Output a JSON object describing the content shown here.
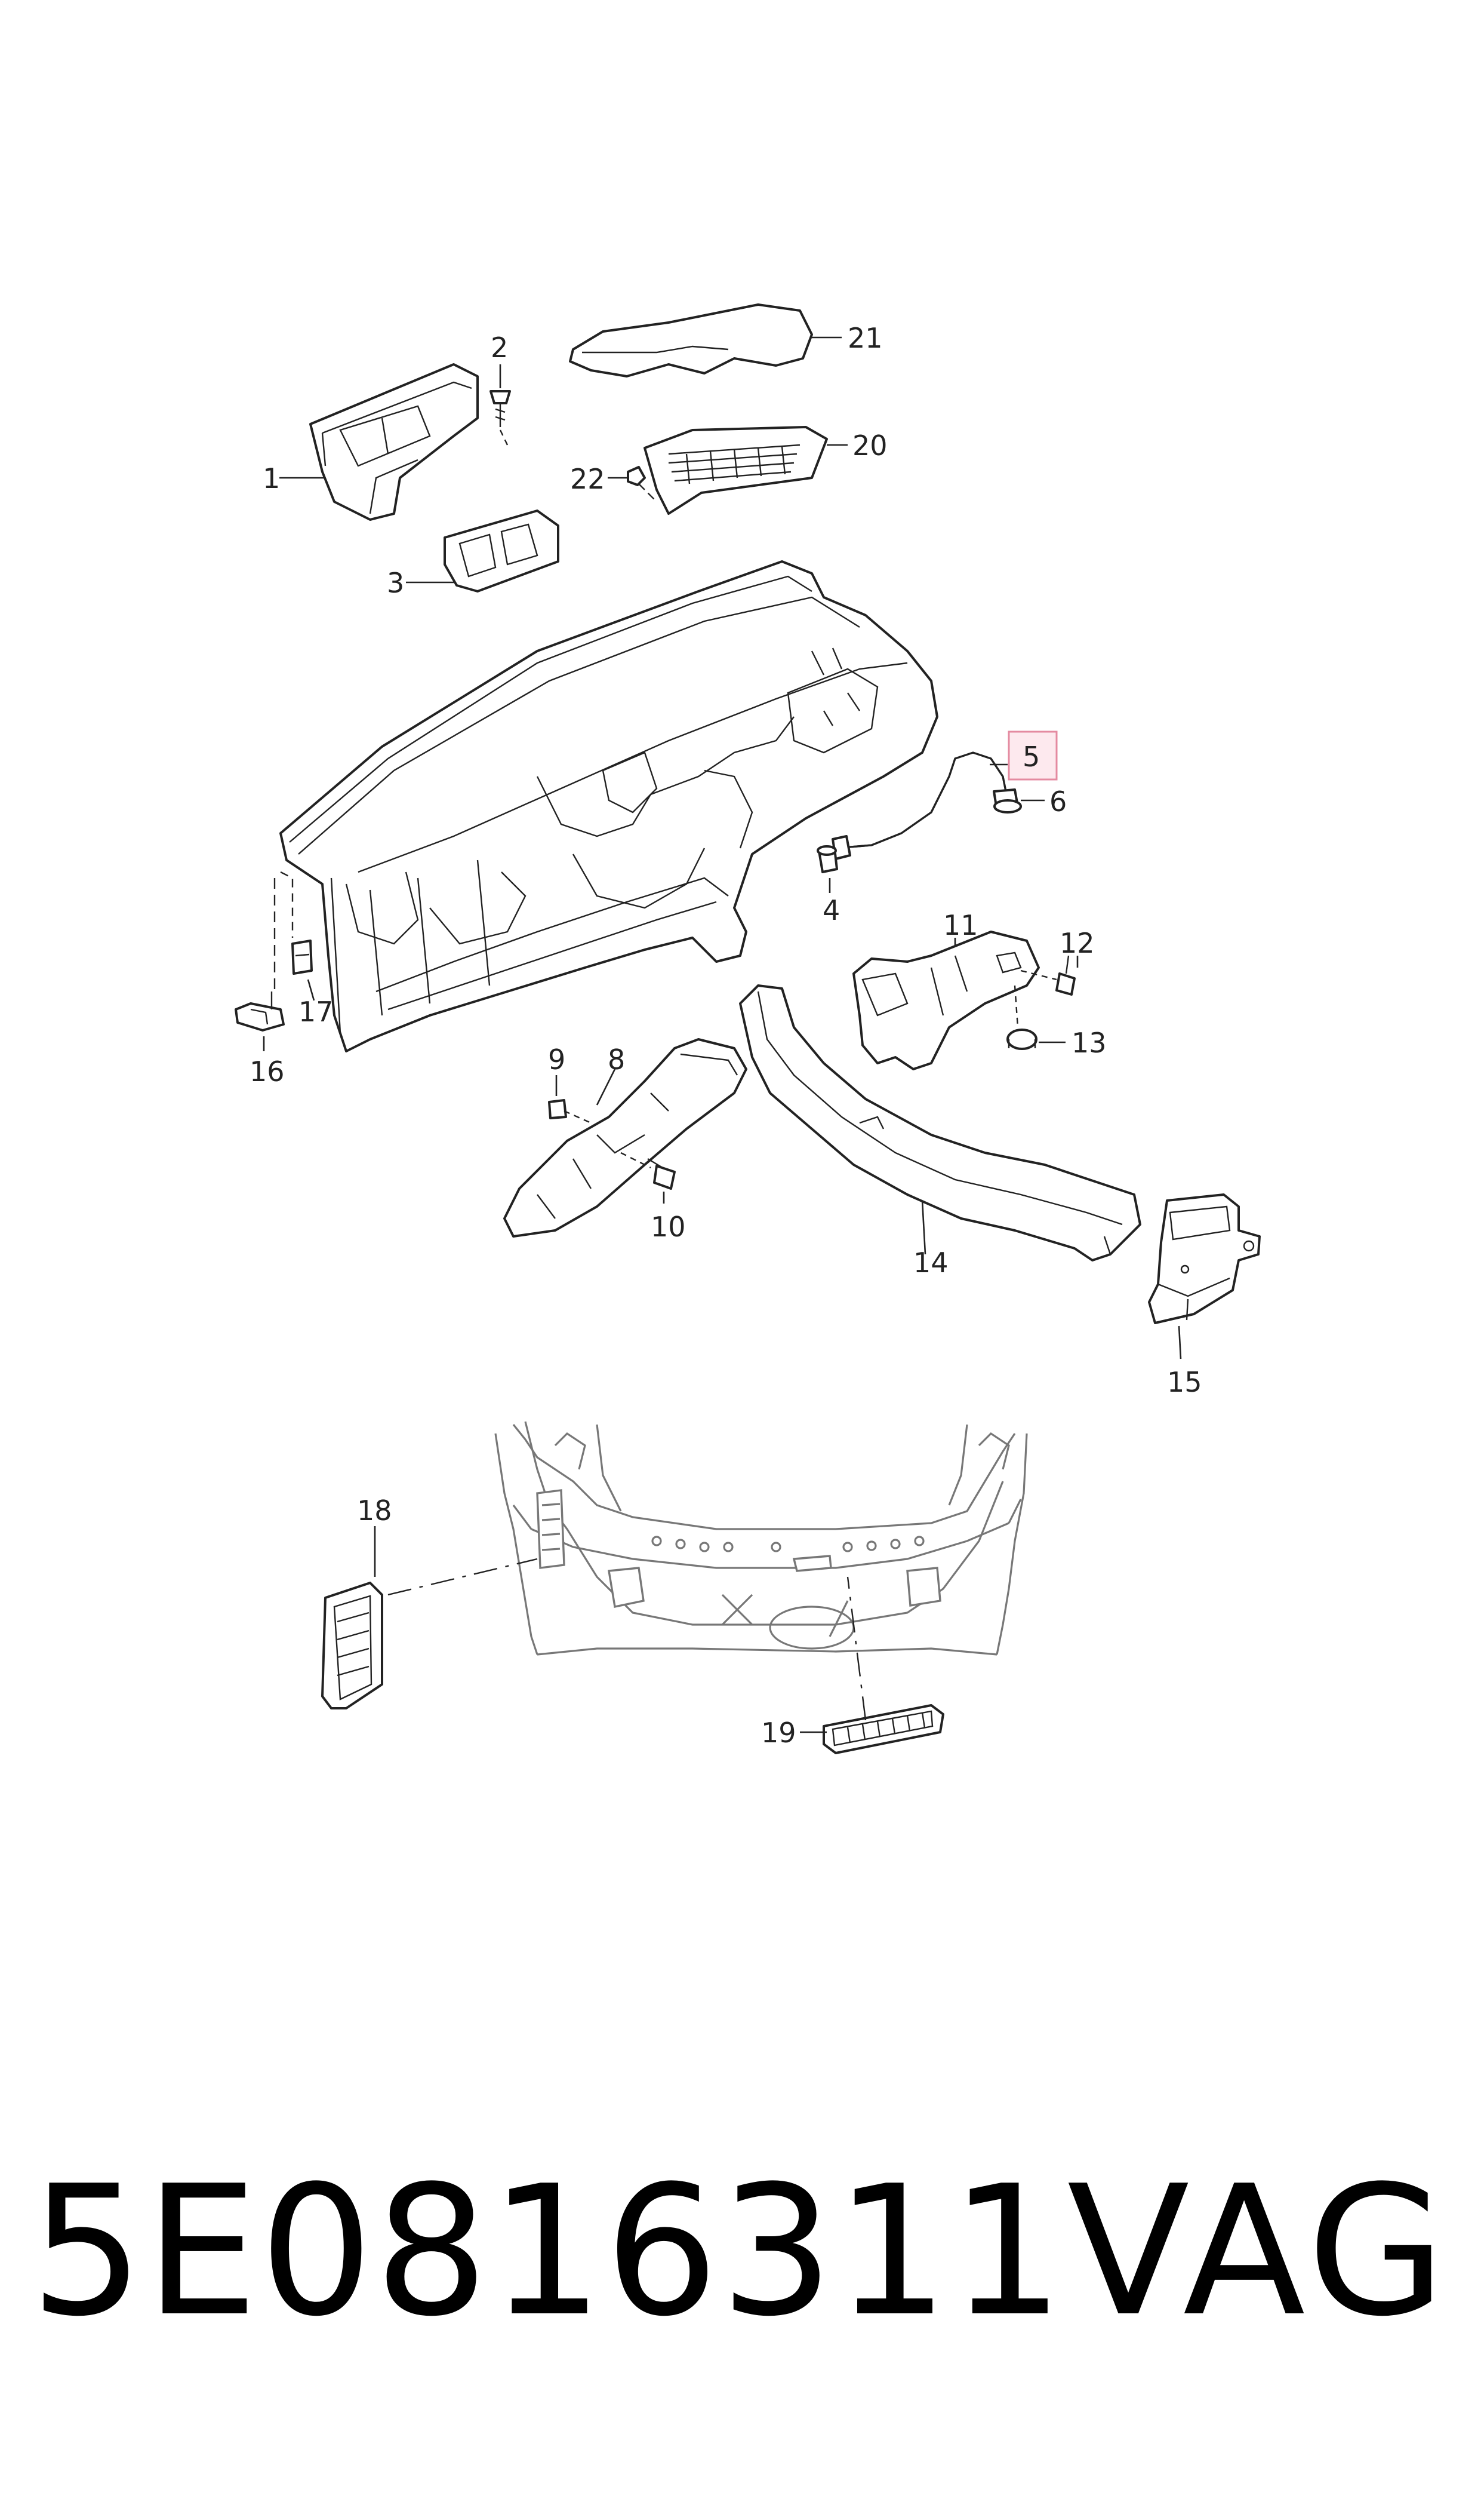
{
  "caption": {
    "part_number": "5E0816311",
    "brand": "VAG"
  },
  "callouts": {
    "c1": "1",
    "c2": "2",
    "c3": "3",
    "c4": "4",
    "c5": "5",
    "c6": "6",
    "c8": "8",
    "c9": "9",
    "c10": "10",
    "c11": "11",
    "c12": "12",
    "c13": "13",
    "c14": "14",
    "c15": "15",
    "c16": "16",
    "c17": "17",
    "c18": "18",
    "c19": "19",
    "c20": "20",
    "c21": "21",
    "c22": "22"
  },
  "highlighted_callout": "5",
  "colors": {
    "line": "#222222",
    "highlight_fill": "#fde9ee",
    "highlight_border": "#e48aa0",
    "rear_panel": "#777777"
  }
}
